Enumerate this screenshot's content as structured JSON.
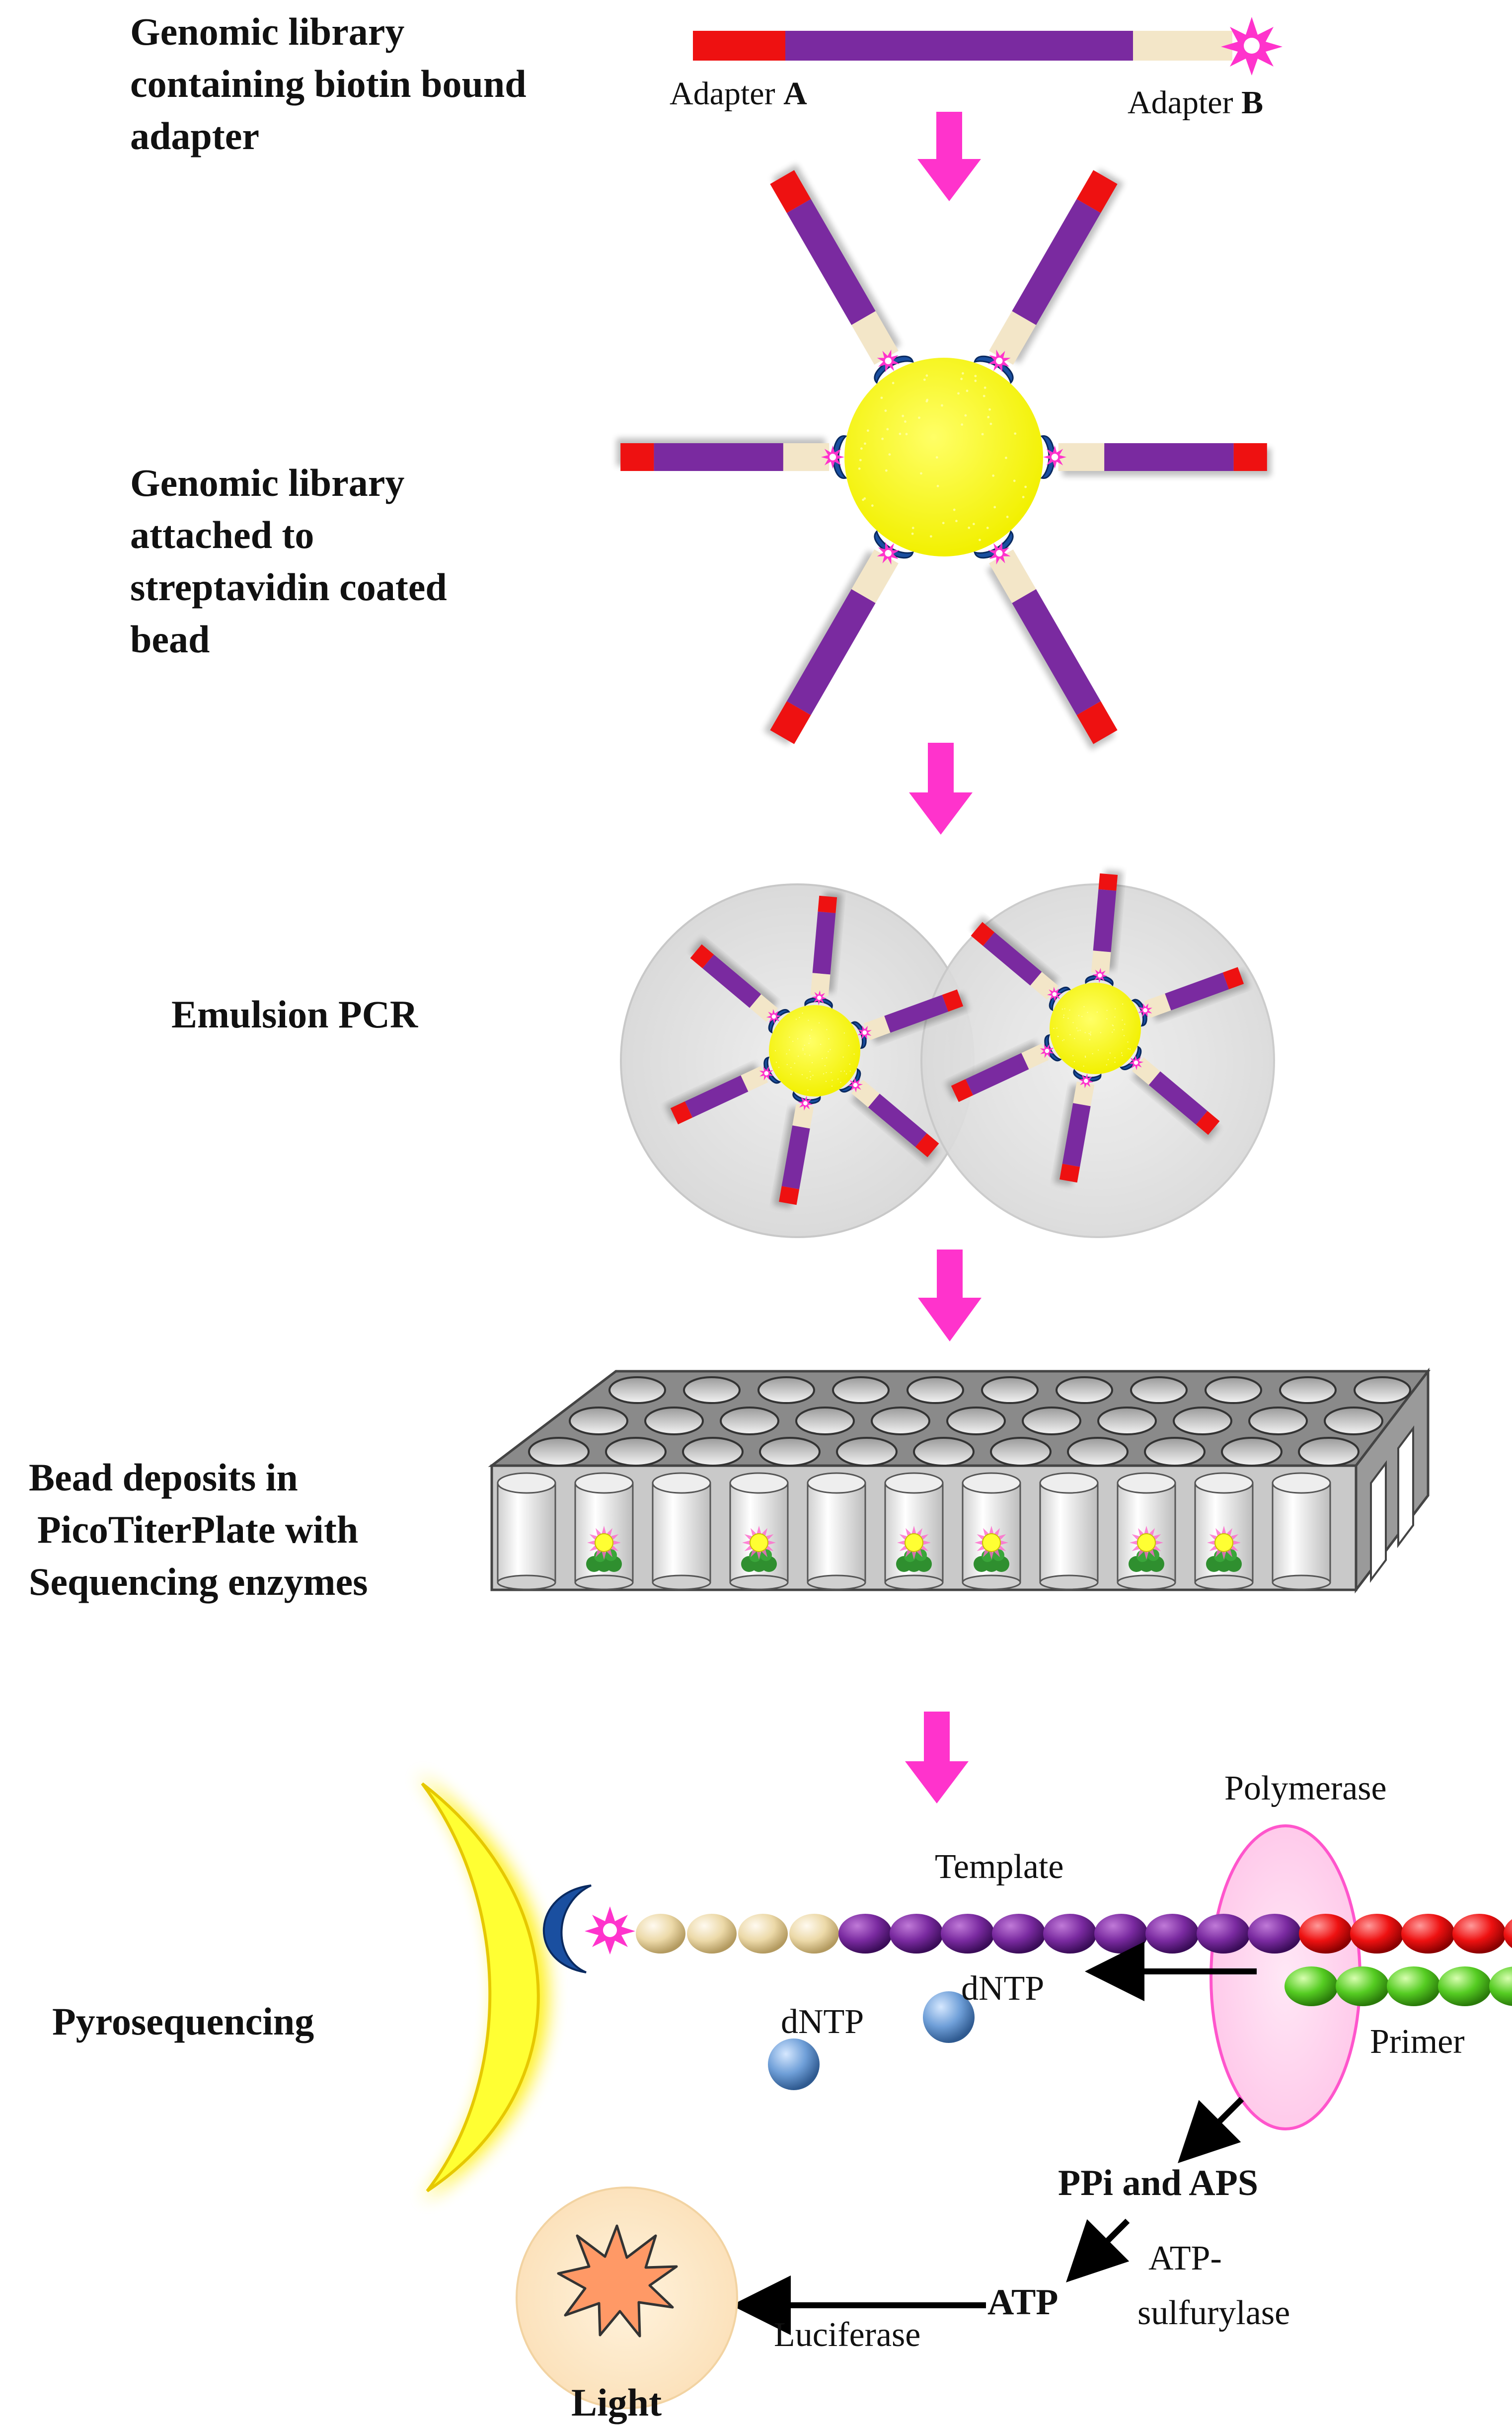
{
  "steps": {
    "step1": {
      "lines": [
        "Genomic library",
        "containing biotin bound",
        "adapter"
      ]
    },
    "step2": {
      "lines": [
        "Genomic library",
        "attached to",
        "streptavidin coated",
        "bead"
      ]
    },
    "step3": {
      "lines": [
        "Emulsion PCR"
      ]
    },
    "step4": {
      "lines": [
        "Bead deposits in",
        "PicoTiterPlate with",
        "Sequencing enzymes"
      ]
    },
    "step5": {
      "lines": [
        "Pyrosequencing"
      ]
    }
  },
  "adapter": {
    "a_prefix": "Adapter ",
    "a_letter": "A",
    "b_prefix": "Adapter ",
    "b_letter": "B"
  },
  "pyro": {
    "polymerase": "Polymerase",
    "template": "Template",
    "dntp_1": "dNTP",
    "dntp_2": "dNTP",
    "primer": "Primer",
    "ppi_aps": "PPi and APS",
    "atp": "ATP",
    "atp_sulfurylase": [
      "ATP-",
      "sulfurylase"
    ],
    "luciferase": "Luciferase",
    "light": "Light"
  },
  "colors": {
    "arrow": "#ff33cc",
    "adapter_a": "#ee1111",
    "insert": "#7a2aa0",
    "adapter_b": "#f3e6c8",
    "bead": "#ffff22",
    "droplet": "#e6e6e6",
    "streptavidin": "#1a4fa0",
    "biotin": "#ff33cc"
  }
}
